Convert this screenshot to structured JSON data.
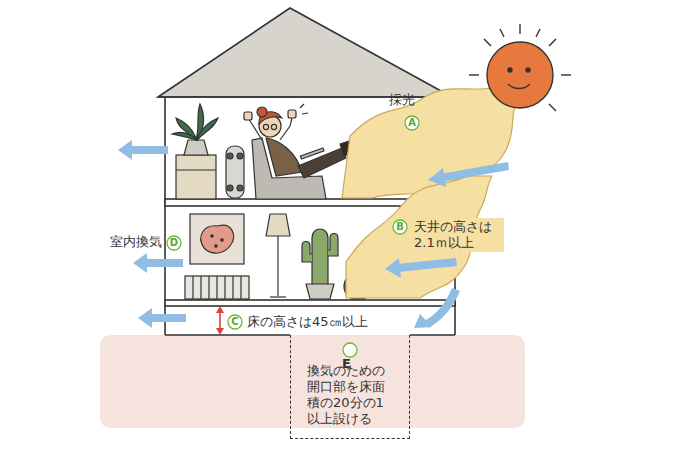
{
  "diagram": {
    "nodes": [
      {
        "text": [
          "A"
        ]
      },
      {
        "text": [
          "B"
        ]
      },
      {
        "text": [
          "D"
        ]
      },
      {
        "text": [
          "C"
        ]
      },
      {
        "text": [
          "換気のための 開口部を床面 積の20分の1 以上設ける"
        ]
      },
      {
        "text": [
          "E"
        ],
        "in": 4
      }
    ],
    "labels": [
      "採光",
      "天井の高さは 2.1ｍ以上",
      "室内換気",
      "床の高さは45㎝以上"
    ]
  }
}
